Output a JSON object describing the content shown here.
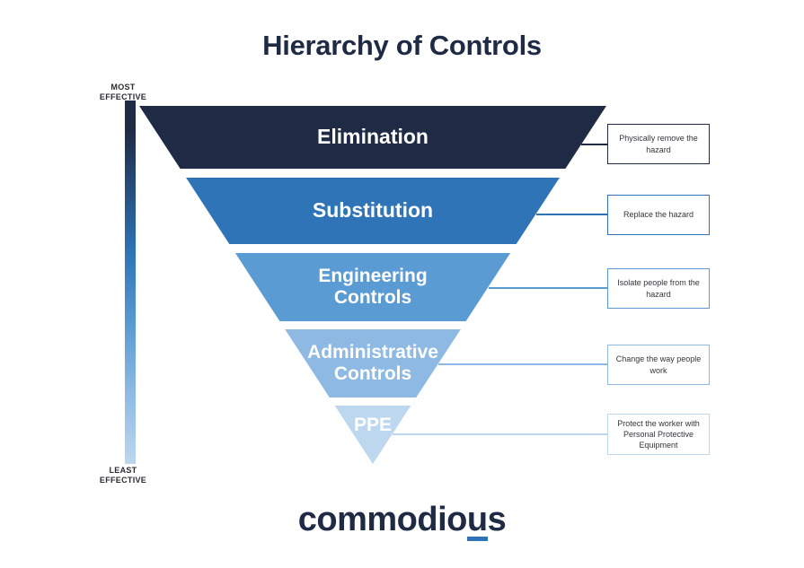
{
  "title": "Hierarchy of Controls",
  "colors": {
    "navy": "#1f2a45",
    "blue": "#2e74b7",
    "l3": "#5b9bd3",
    "l4": "#8db9e2",
    "l5": "#bdd7ef"
  },
  "scale": {
    "most": "MOST EFFECTIVE",
    "least": "LEAST EFFECTIVE"
  },
  "pyramid": {
    "levels": [
      {
        "label": "Elimination",
        "color": "#1f2a45",
        "callout": "Physically remove the hazard"
      },
      {
        "label": "Substitution",
        "color": "#2e74b7",
        "callout": "Replace the hazard"
      },
      {
        "label": "Engineering Controls",
        "color": "#5b9bd3",
        "callout": "Isolate people from the hazard"
      },
      {
        "label": "Administrative Controls",
        "color": "#8db9e2",
        "callout": "Change the way people work"
      },
      {
        "label": "PPE",
        "color": "#bdd7ef",
        "callout": "Protect the worker with Personal Protective Equipment"
      }
    ]
  },
  "logo": {
    "prefix": "commodio",
    "underlined": "u",
    "suffix": "s"
  }
}
